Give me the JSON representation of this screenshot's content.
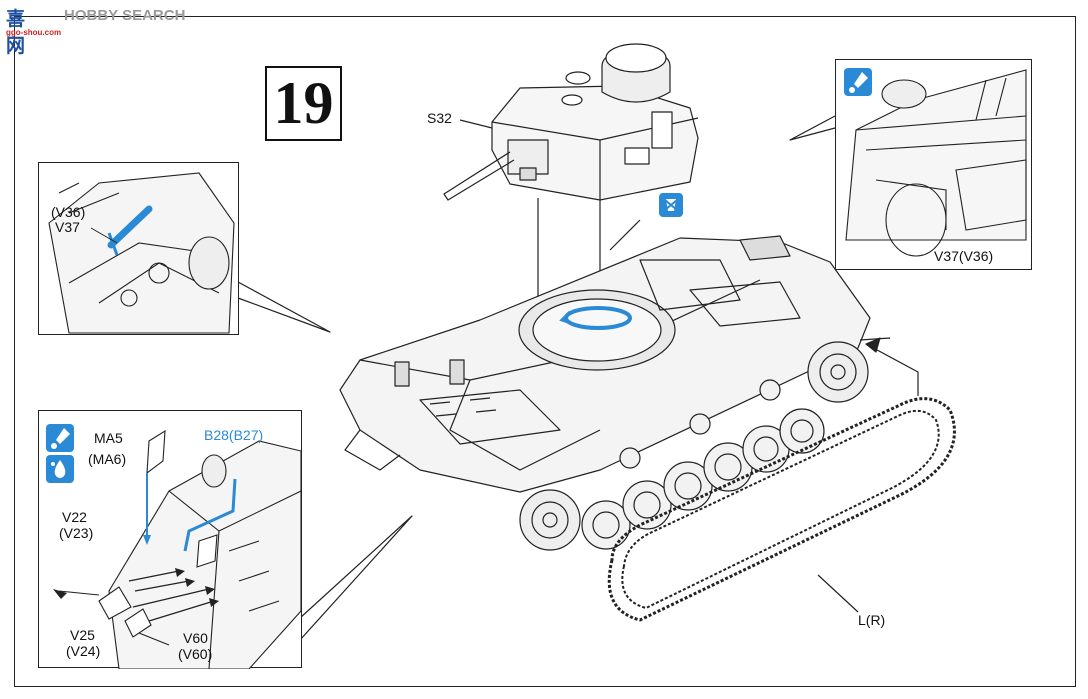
{
  "watermark": {
    "cn": "喜 网",
    "en": "HOBBY SEARCH",
    "url": "ggo-shou.com"
  },
  "step": {
    "number": "19"
  },
  "labels": {
    "turret": "S32",
    "inset_top_left_a": "(V36)",
    "inset_top_left_b": "V37",
    "inset_top_right": "V37(V36)",
    "bl_ma5": "MA5",
    "bl_ma6": "(MA6)",
    "bl_b28": "B28(B27)",
    "bl_v22": "V22",
    "bl_v23": "(V23)",
    "bl_v25": "V25",
    "bl_v24": "(V24)",
    "bl_v60a": "V60",
    "bl_v60b": "(V60)",
    "track": "L(R)"
  },
  "icons": {
    "glue": "glue-drop-icon",
    "paint": "paint-drop-icon",
    "rotate": "rotate-arrow-icon",
    "no_glue": "no-glue-icon"
  },
  "colors": {
    "accent": "#2b8ad6",
    "line": "#222222"
  }
}
